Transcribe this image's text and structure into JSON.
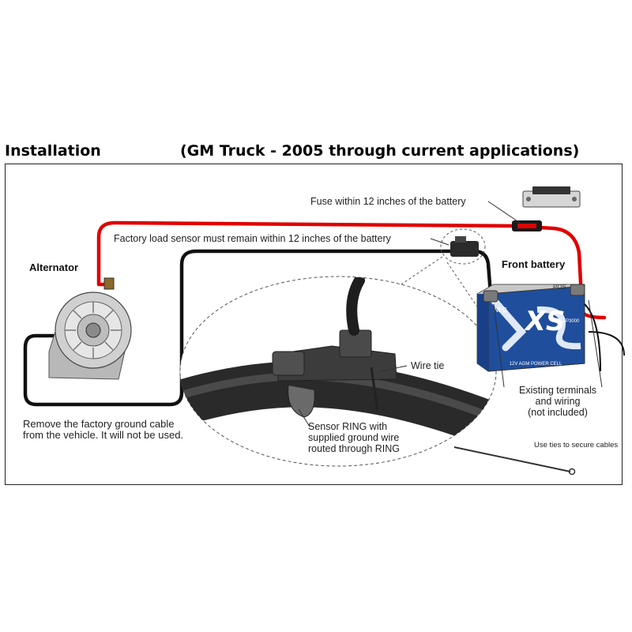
{
  "header": {
    "left": "Installation",
    "right": "(GM Truck - 2005 through current applications)"
  },
  "labels": {
    "fuse": "Fuse within 12 inches of the battery",
    "sensor": "Factory load sensor must remain within 12 inches of the battery",
    "alternator": "Alternator",
    "front_battery": "Front battery",
    "wire_tie": "Wire tie",
    "remove_line1": "Remove the factory ground cable",
    "remove_line2": "from the vehicle.  It will not be used.",
    "sensor_ring_line1": "Sensor RING with",
    "sensor_ring_line2": "supplied ground wire",
    "sensor_ring_line3": "routed through RING",
    "existing_line1": "Existing terminals",
    "existing_line2": "and wiring",
    "existing_line3": "(not included)",
    "ties": "Use ties to secure cables"
  },
  "battery": {
    "brand": "XS",
    "neg": "NEG",
    "pos": "POS",
    "model": "XP3000",
    "side_text": "12V AGM POWER CELL"
  },
  "colors": {
    "positive_cable": "#e00000",
    "ground_cable": "#111111",
    "battery_blue": "#1f4e9c"
  }
}
